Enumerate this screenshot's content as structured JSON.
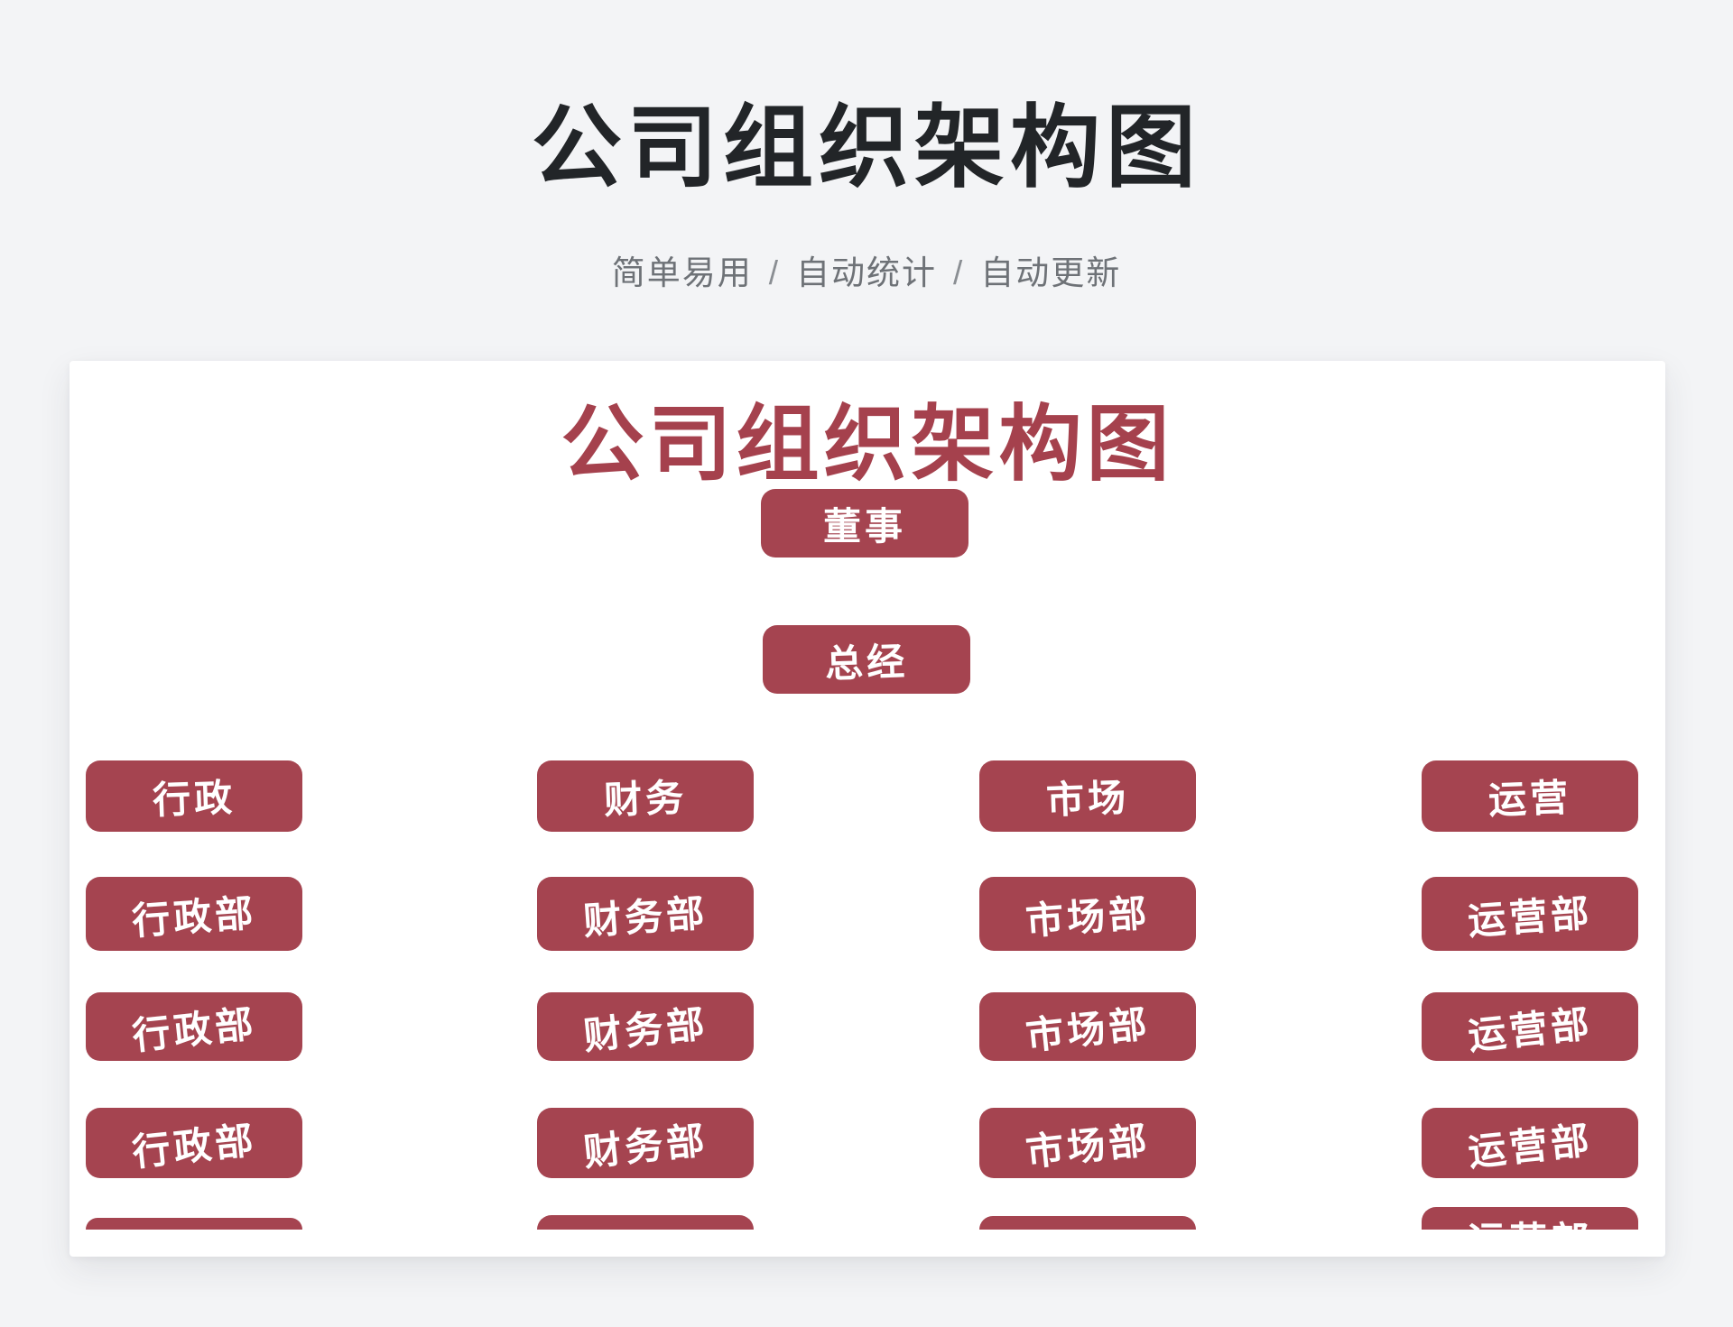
{
  "page": {
    "title": "公司组织架构图",
    "subtitle": {
      "parts": [
        "简单易用",
        "自动统计",
        "自动更新"
      ],
      "separator": "/"
    }
  },
  "org_chart": {
    "title": "公司组织架构图",
    "nodes": {
      "root": "董事",
      "manager": "总经"
    },
    "columns": [
      {
        "head": "行政",
        "dept": "行政部"
      },
      {
        "head": "财务",
        "dept": "财务部"
      },
      {
        "head": "市场",
        "dept": "市场部"
      },
      {
        "head": "运营",
        "dept": "运营部"
      }
    ],
    "dept_rows_per_column": 3,
    "extra_row_cropped": true,
    "colors": {
      "box_background": "#a54450",
      "box_text": "#ffffff",
      "chart_title": "#a5414d",
      "page_title": "#222528",
      "page_subtitle": "#6e7277",
      "page_background": "#f3f4f6",
      "card_background": "#ffffff"
    }
  }
}
